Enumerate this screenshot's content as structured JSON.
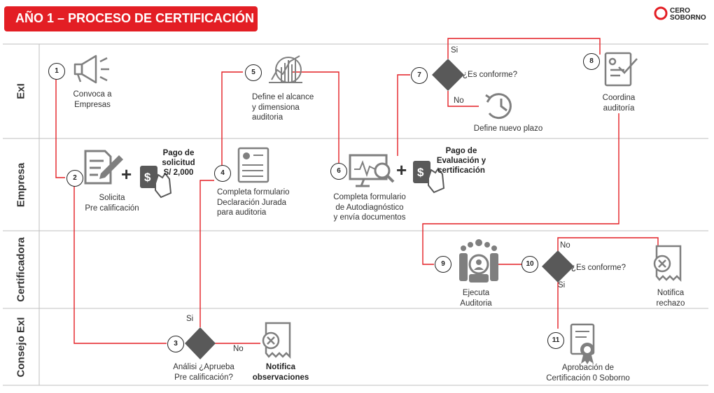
{
  "title": "AÑO 1 – PROCESO DE CERTIFICACIÓN",
  "logo": {
    "line1": "CERO",
    "line2": "SOBORNO",
    "color": "#e31e24"
  },
  "colors": {
    "red": "#e31e24",
    "line": "#e31e24",
    "diamond": "#595959",
    "grid": "#bfbfbf"
  },
  "lanes": [
    "ExI",
    "Empresa",
    "Certificadora",
    "Consejo ExI"
  ],
  "steps": {
    "s1": {
      "num": "1",
      "line1": "Convoca a",
      "line2": "Empresas",
      "icon": "megaphone-icon"
    },
    "s2": {
      "num": "2",
      "line1": "Solicita",
      "line2": "Pre calificación",
      "icon": "form-pen-icon"
    },
    "pay1": {
      "line1": "Pago de",
      "line2": "solicitud",
      "line3": "S/ 2,000",
      "icon": "payment-hand-icon"
    },
    "s3": {
      "num": "3",
      "line1": "Análisi ¿Aprueba",
      "line2": "Pre calificación?",
      "yes": "Si",
      "no": "No"
    },
    "notify_obs": {
      "line1": "Notifica",
      "line2": "observaciones",
      "icon": "receipt-x-icon"
    },
    "s4": {
      "num": "4",
      "line1": "Completa formulario",
      "line2": "Declaración Jurada",
      "line3": "para auditoria",
      "icon": "id-form-icon"
    },
    "s5": {
      "num": "5",
      "line1": "Define el alcance",
      "line2": "y dimensiona",
      "line3": "auditoria",
      "icon": "chart-analysis-icon"
    },
    "s6": {
      "num": "6",
      "line1": "Completa formulario",
      "line2": "de Autodiagnóstico",
      "line3": "y envía documentos",
      "icon": "monitor-search-icon"
    },
    "pay2": {
      "line1": "Pago de",
      "line2": "Evaluación y",
      "line3": "certificación",
      "icon": "payment-hand-icon"
    },
    "s7": {
      "num": "7",
      "question": "¿Es conforme?",
      "yes": "Si",
      "no": "No"
    },
    "new_term": {
      "label": "Define nuevo plazo",
      "icon": "clock-history-icon"
    },
    "s8": {
      "num": "8",
      "line1": "Coordina",
      "line2": "auditoría",
      "icon": "checklist-icon"
    },
    "s9": {
      "num": "9",
      "line1": "Ejecuta",
      "line2": "Auditoria",
      "icon": "team-icon"
    },
    "s10": {
      "num": "10",
      "question": "¿Es conforme?",
      "yes": "Si",
      "no": "No"
    },
    "notify_rej": {
      "line1": "Notifica",
      "line2": "rechazo",
      "icon": "receipt-x-icon"
    },
    "s11": {
      "num": "11",
      "line1": "Aprobación de",
      "line2": "Certificación 0 Soborno",
      "icon": "certificate-icon"
    }
  }
}
